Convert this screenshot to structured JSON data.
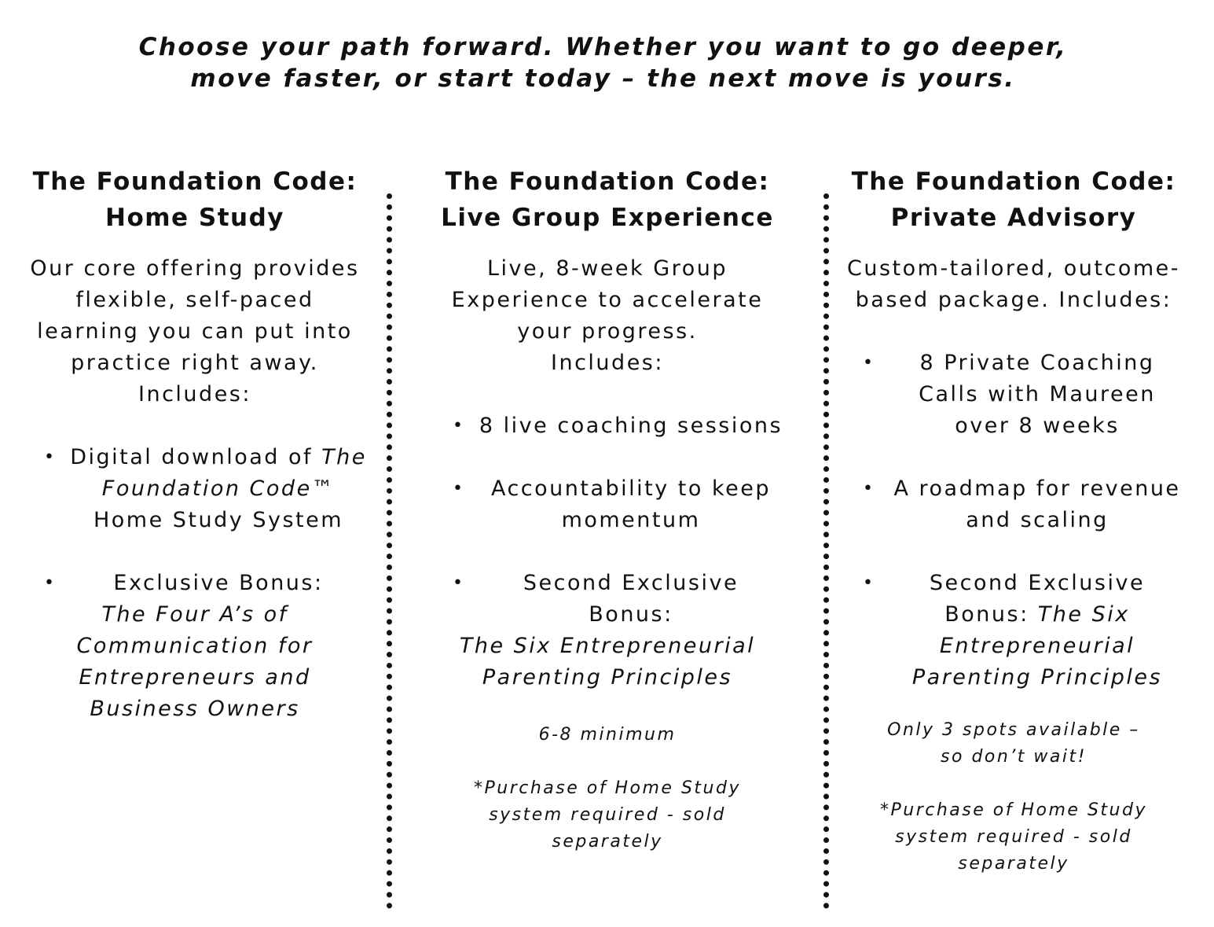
{
  "headline": {
    "line1": "Choose your path forward. Whether you want to go deeper,",
    "line2": "move faster, or start today – the next move is yours."
  },
  "columns": [
    {
      "title_line1": "The Foundation Code:",
      "title_line2": "Home Study",
      "description": "Our core offering provides flexible, self-paced learning you can put into practice right away.",
      "includes_label": "Includes:",
      "bullets": [
        {
          "prefix": "Digital download of",
          "italic": "The Foundation Code™",
          "suffix": "Home Study System"
        },
        {
          "prefix": "Exclusive Bonus:",
          "italic": "The Four A’s of Communication for Entrepreneurs and Business Owners"
        }
      ]
    },
    {
      "title_line1": "The Foundation Code:",
      "title_line2": "Live Group Experience",
      "description": "Live, 8-week Group Experience to accelerate your progress.",
      "includes_label": "Includes:",
      "bullets": [
        {
          "text": "8 live coaching sessions"
        },
        {
          "text": "Accountability to keep momentum"
        },
        {
          "prefix": "Second Exclusive Bonus:",
          "italic": "The Six Entrepreneurial Parenting Principles"
        }
      ],
      "note_minimum": "6-8 minimum",
      "note_purchase_line1": "*Purchase of Home Study",
      "note_purchase_line2": "system required - sold",
      "note_purchase_line3": "separately"
    },
    {
      "title_line1": "The Foundation Code:",
      "title_line2": "Private Advisory",
      "description": "Custom-tailored, outcome-based package. Includes:",
      "bullets": [
        {
          "text": "8 Private Coaching Calls with Maureen over 8 weeks"
        },
        {
          "text": "A roadmap for revenue and scaling"
        },
        {
          "prefix": "Second Exclusive Bonus:",
          "italic": "The Six Entrepreneurial Parenting Principles"
        }
      ],
      "note_spots_line1": "Only 3 spots available –",
      "note_spots_line2": "so don’t wait!",
      "note_purchase_line1": "*Purchase of Home Study",
      "note_purchase_line2": "system required - sold",
      "note_purchase_line3": "separately"
    }
  ],
  "bullet_glyph": "•"
}
